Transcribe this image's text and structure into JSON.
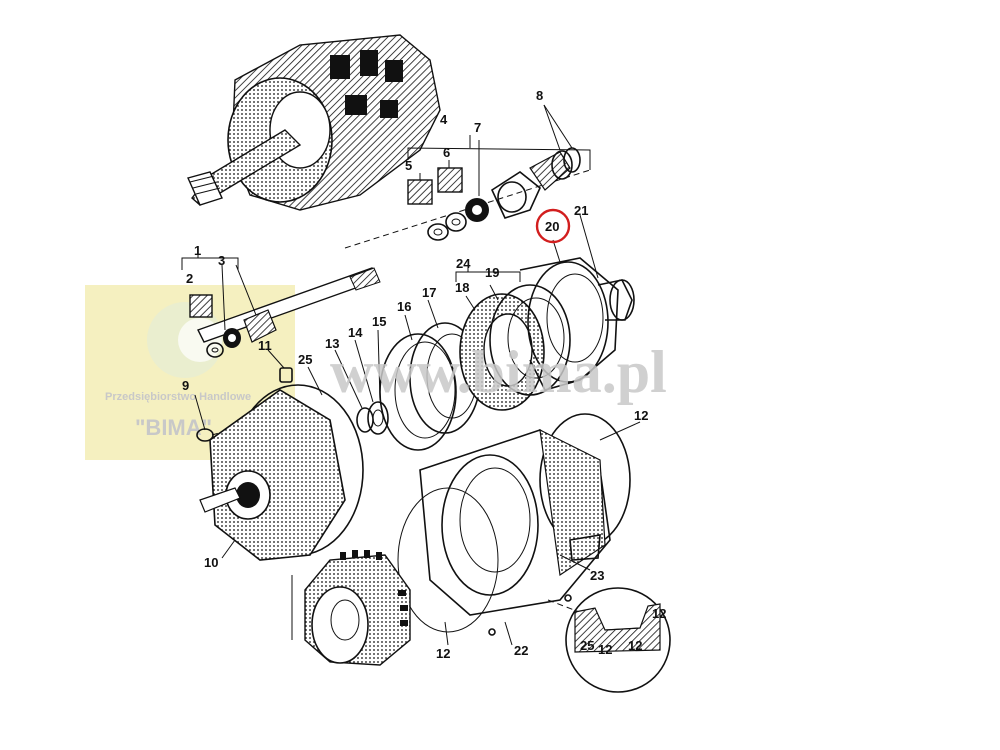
{
  "watermark": {
    "url_text": "www.bima.pl",
    "company_line": "Przedsiębiorstwo Handlowe",
    "company_name": "\"BIMA\"",
    "color": "#c8c8c8",
    "badge_color": "#f5f0c0"
  },
  "highlight": {
    "label": "20",
    "ring_color": "#d21e1e"
  },
  "callouts": {
    "c1": "1",
    "c2": "2",
    "c3": "3",
    "c4": "4",
    "c5": "5",
    "c6": "6",
    "c7": "7",
    "c8": "8",
    "c9": "9",
    "c10": "10",
    "c11": "11",
    "c12a": "12",
    "c12b": "12",
    "c12c": "12",
    "c13": "13",
    "c14": "14",
    "c15": "15",
    "c16": "16",
    "c17": "17",
    "c18": "18",
    "c19": "19",
    "c21": "21",
    "c22": "22",
    "c23": "23",
    "c24": "24",
    "c25": "25",
    "detail_25": "25",
    "detail_12a": "12",
    "detail_12b": "12"
  }
}
